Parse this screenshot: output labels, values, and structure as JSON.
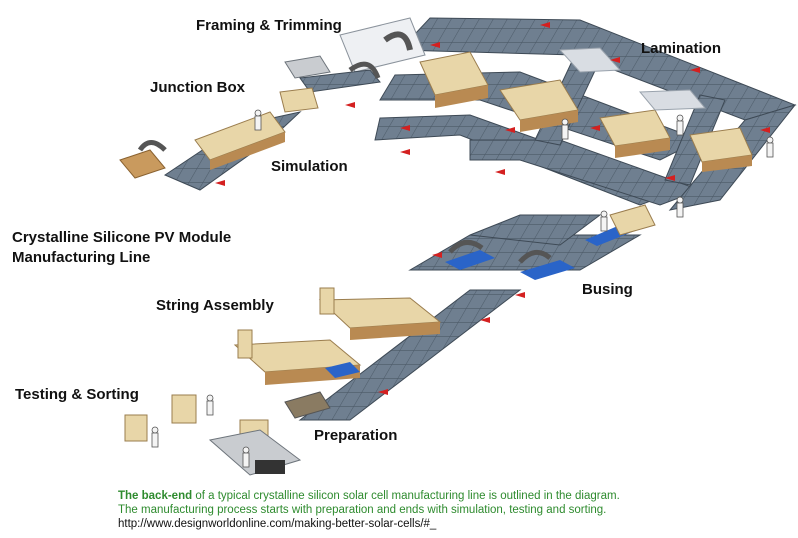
{
  "diagram": {
    "title_line1": "Crystalline Silicone PV Module",
    "title_line2": "Manufacturing Line",
    "stages": {
      "framing": "Framing & Trimming",
      "junction": "Junction Box",
      "lamination": "Lamination",
      "simulation": "Simulation",
      "busing": "Busing",
      "string": "String Assembly",
      "testing": "Testing & Sorting",
      "preparation": "Preparation"
    },
    "caption": {
      "bold_part": "The back-end",
      "rest_line1": " of a typical crystalline silicon solar cell manufacturing line is outlined in the diagram.",
      "line2": "The manufacturing process starts with preparation and ends with simulation, testing and sorting.",
      "url": "http://www.designworldonline.com/making-better-solar-cells/#_"
    },
    "colors": {
      "conveyor_top": "#6f7f90",
      "conveyor_side": "#3e4a56",
      "machine_beige": "#e8d6a8",
      "machine_brown": "#b98a52",
      "blue_station": "#2a64c8",
      "arrow": "#d42020",
      "caption_green": "#2e8b2e"
    }
  }
}
